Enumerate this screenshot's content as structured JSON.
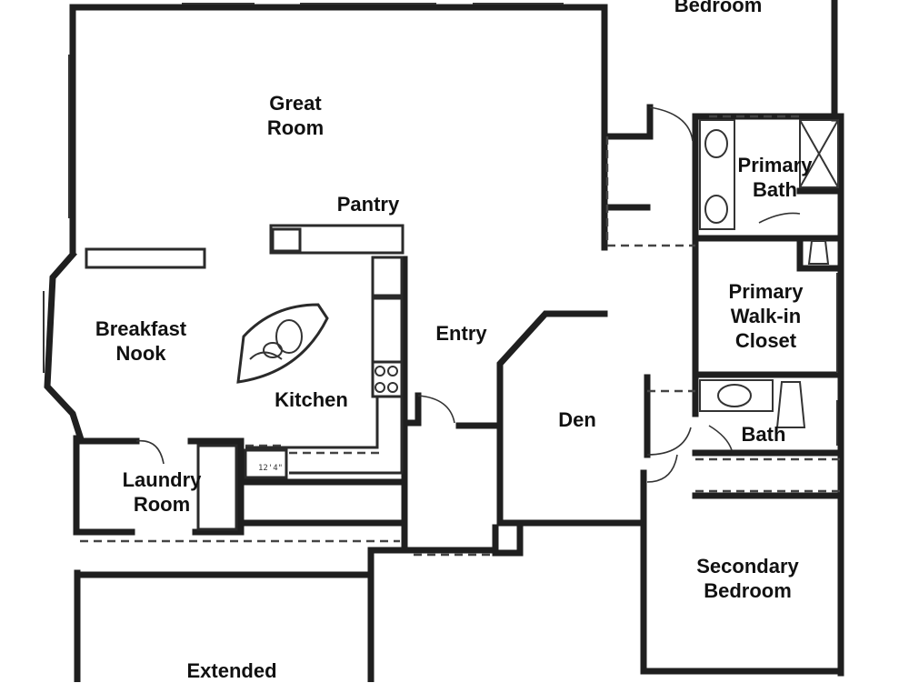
{
  "rooms": {
    "bedroom_top": "Bedroom",
    "great_room": "Great\nRoom",
    "pantry": "Pantry",
    "primary_bath": "Primary\nBath",
    "breakfast_nook": "Breakfast\nNook",
    "entry": "Entry",
    "primary_walkin_closet": "Primary\nWalk-in\nCloset",
    "kitchen": "Kitchen",
    "den": "Den",
    "bath": "Bath",
    "laundry_room": "Laundry\nRoom",
    "secondary_bedroom": "Secondary\nBedroom",
    "extended": "Extended"
  },
  "annotations": {
    "counter_dimension": "12'4\""
  }
}
